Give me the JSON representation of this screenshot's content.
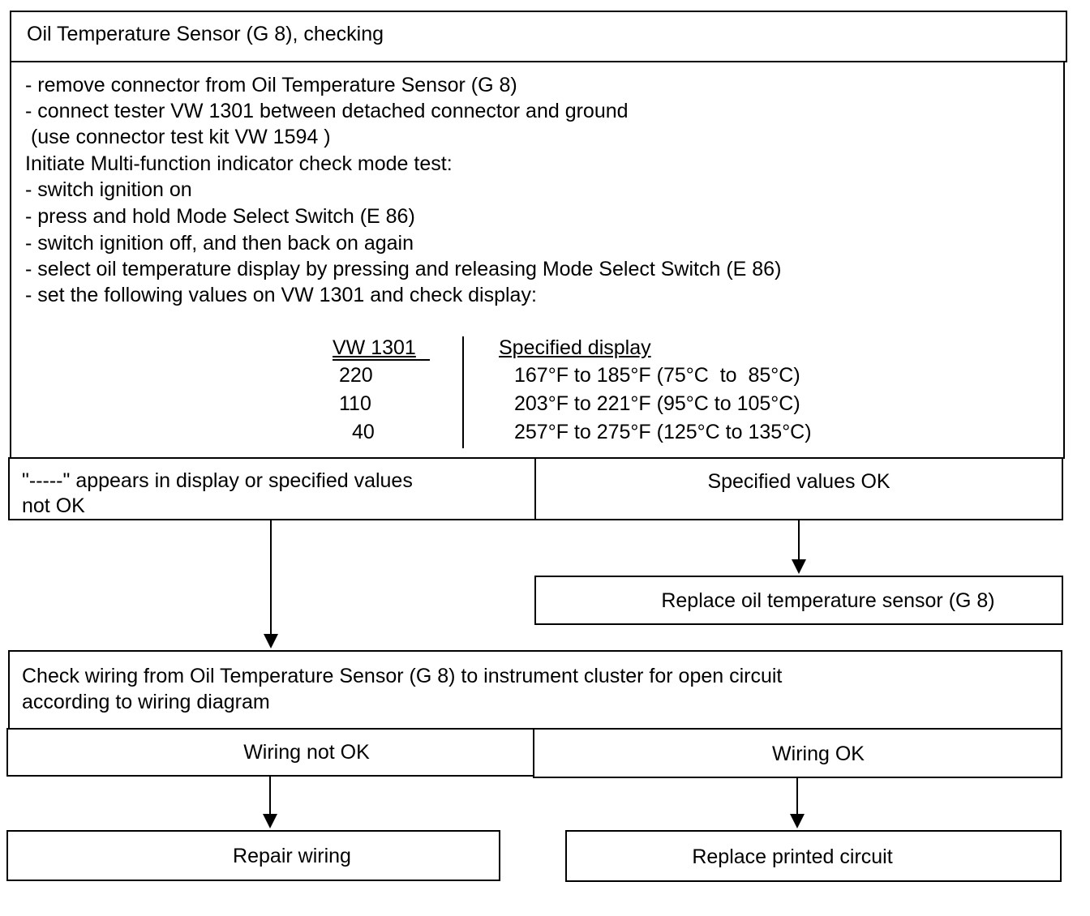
{
  "header": {
    "title": "Oil Temperature Sensor (G 8), checking"
  },
  "instructions": [
    "- remove connector from Oil Temperature Sensor (G 8)",
    "- connect tester VW 1301 between detached connector and ground",
    " (use connector test kit VW 1594 )",
    "Initiate Multi-function indicator check mode test:",
    "- switch ignition on",
    "- press and hold Mode Select Switch (E 86)",
    "- switch ignition off, and then back on again",
    "- select oil temperature display by pressing and releasing Mode Select Switch (E 86)",
    "- set the following values on VW 1301 and check display:"
  ],
  "table": {
    "col1_header": "VW 1301",
    "col2_header": "Specified display",
    "rows": [
      {
        "setting": "220",
        "display": "167°F to 185°F (75°C  to  85°C)"
      },
      {
        "setting": "110",
        "display": "203°F to 221°F (95°C to 105°C)"
      },
      {
        "setting": "40",
        "display": "257°F to 275°F (125°C to 135°C)"
      }
    ]
  },
  "branch1": {
    "left_line1": "\"-----\" appears in display or specified values",
    "left_line2": "not OK",
    "right": "Specified values OK"
  },
  "action_replace_sensor": "Replace oil temperature sensor (G 8)",
  "check_wiring": {
    "line1": "Check wiring from Oil Temperature Sensor (G 8) to instrument cluster for open circuit",
    "line2": "according to wiring diagram"
  },
  "branch2": {
    "left": "Wiring not OK",
    "right": "Wiring OK"
  },
  "action_repair_wiring": "Repair wiring",
  "action_replace_circuit": "Replace printed circuit"
}
